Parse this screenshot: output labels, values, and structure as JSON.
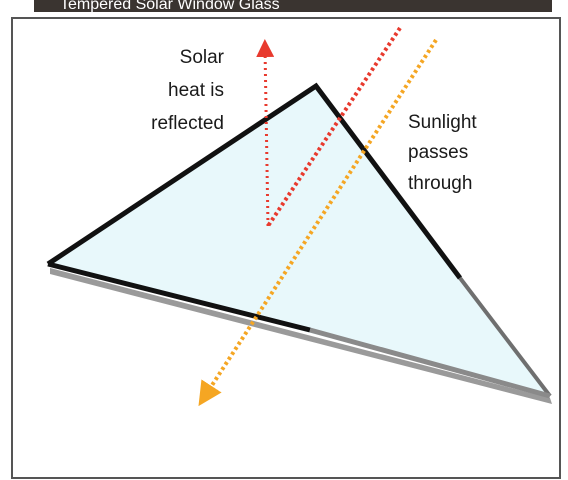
{
  "header": {
    "cropped_title": "Tempered Solar Window Glass"
  },
  "diagram": {
    "reflected_label": [
      "Solar",
      "heat is",
      "reflected"
    ],
    "transmitted_label": [
      "Sunlight",
      "passes",
      "through"
    ]
  },
  "colors": {
    "header_bar": "#3a3430",
    "header_text": "#ffffff",
    "glass_fill": "#e8f8fb",
    "glass_outline": "#111111",
    "glass_edge_shadow": "#9a9a9a",
    "reflected_ray": "#e83a2e",
    "transmitted_ray": "#f5a623",
    "border": "#555555"
  }
}
